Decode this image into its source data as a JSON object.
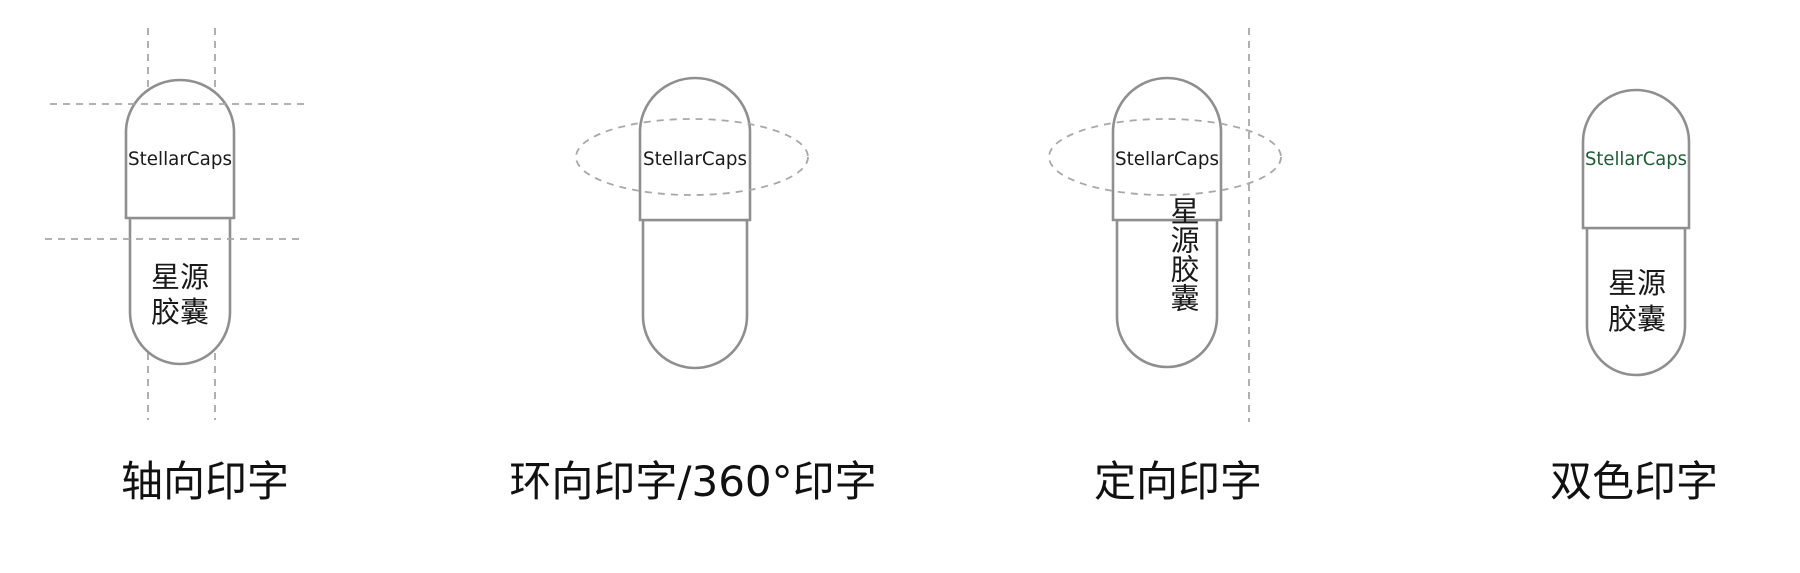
{
  "brand_text": "StellarCaps",
  "colors": {
    "outline": "#8f8f8f",
    "guide": "#a8a8a8",
    "text": "#1a1a1a",
    "accent_green": "#1e5e36"
  },
  "panels": [
    {
      "id": "axial",
      "cap_text": "StellarCaps",
      "body_text_line1": "星源",
      "body_text_line2": "胶囊",
      "body_text_vertical": "",
      "caption": "轴向印字"
    },
    {
      "id": "circumferential",
      "cap_text": "StellarCaps",
      "body_text_line1": "",
      "body_text_line2": "",
      "body_text_vertical": "",
      "caption": "环向印字/360°印字"
    },
    {
      "id": "oriented",
      "cap_text": "StellarCaps",
      "body_text_line1": "",
      "body_text_line2": "",
      "body_text_vertical": "星源胶囊",
      "caption": "定向印字"
    },
    {
      "id": "two-color",
      "cap_text": "StellarCaps",
      "body_text_line1": "星源",
      "body_text_line2": "胶囊",
      "body_text_vertical": "",
      "caption": "双色印字"
    }
  ]
}
